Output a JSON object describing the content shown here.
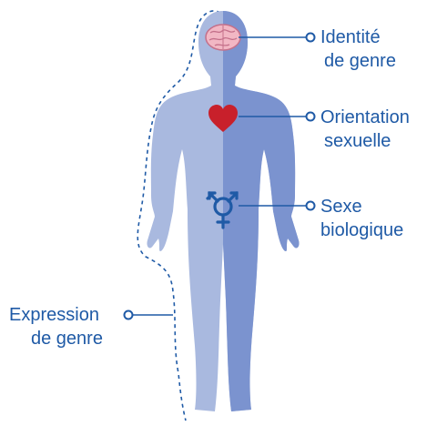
{
  "labels": {
    "identity": {
      "line1": "Identité",
      "line2": "de genre"
    },
    "orientation": {
      "line1": "Orientation",
      "line2": "sexuelle"
    },
    "sex": {
      "line1": "Sexe",
      "line2": "biologique"
    },
    "expression": {
      "line1": "Expression",
      "line2": "de genre"
    }
  },
  "colors": {
    "body_light": "#a9b9df",
    "body_dark": "#7b93cf",
    "accent_blue": "#1f5aa6",
    "heart_red": "#c8202b",
    "brain_pink": "#f2b7c4",
    "brain_outline": "#c4708a"
  },
  "icons": [
    "brain-icon",
    "heart-icon",
    "gender-symbol-icon"
  ]
}
